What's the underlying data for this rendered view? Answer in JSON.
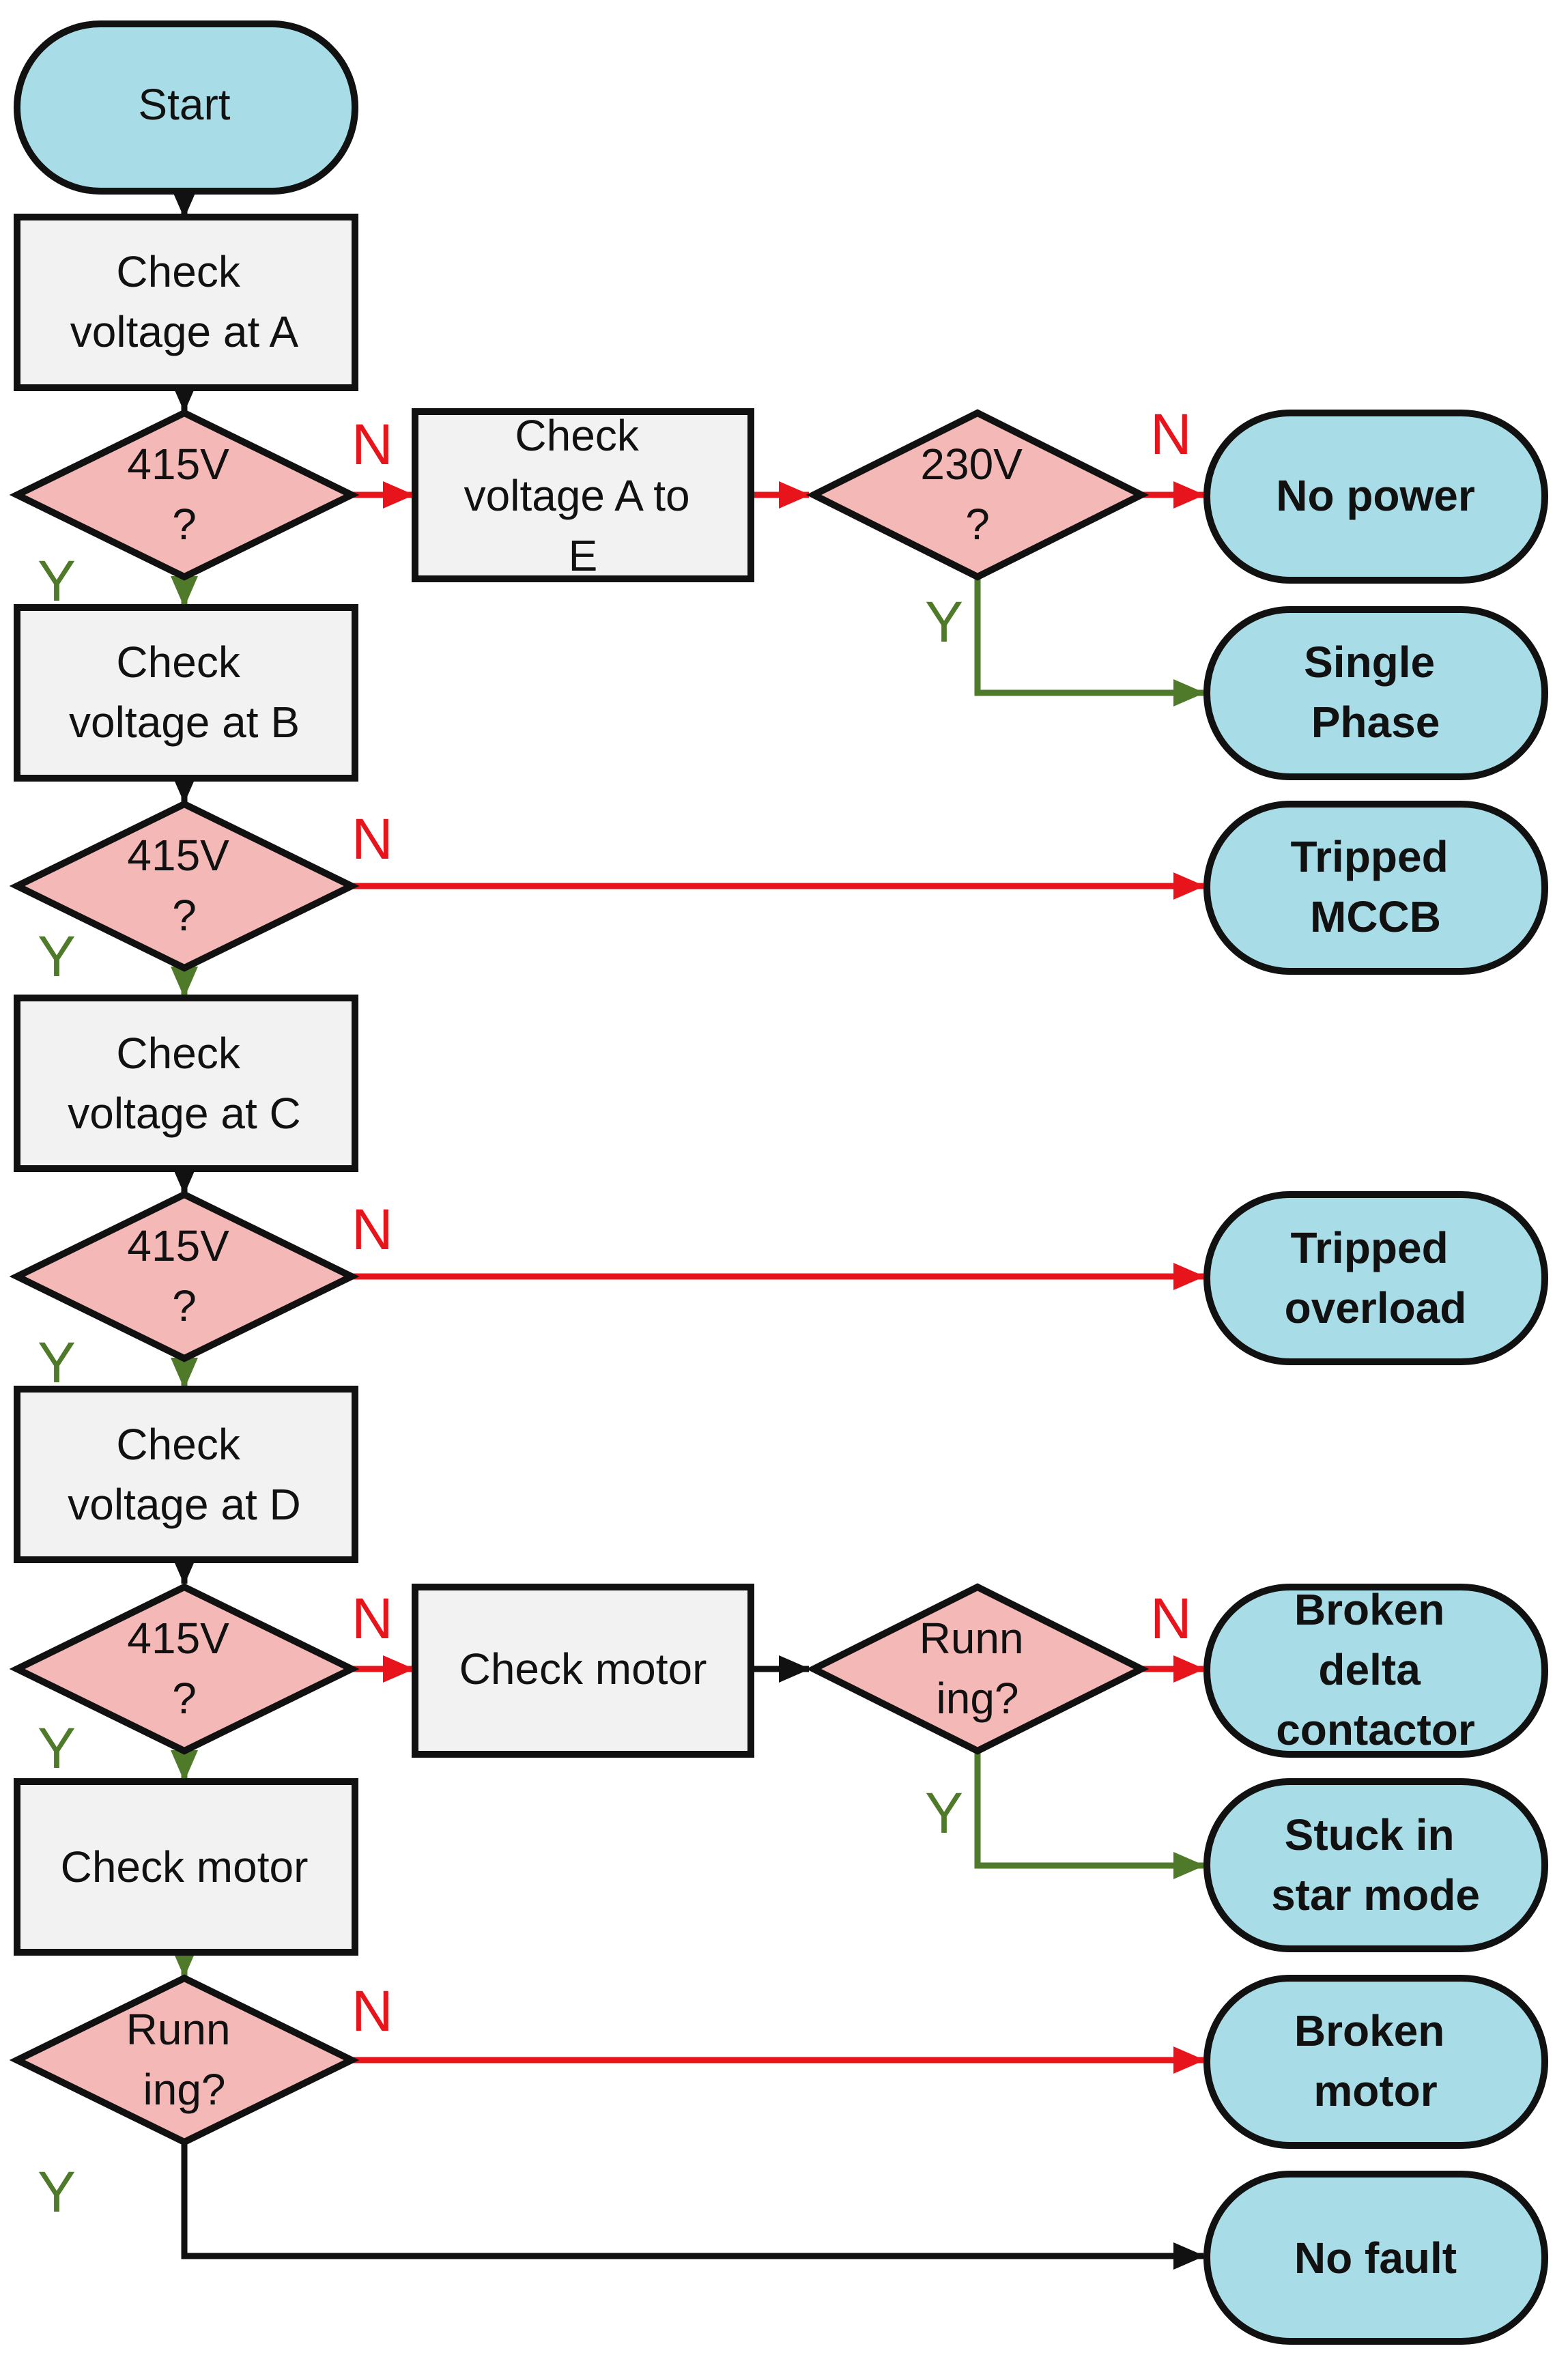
{
  "nodes": {
    "start": [
      "Start"
    ],
    "check_a": [
      "Check",
      "voltage at A"
    ],
    "q_a": [
      "415V",
      "?"
    ],
    "check_ae": [
      "Check",
      "voltage A to",
      "E"
    ],
    "q_ae": [
      "230V",
      "?"
    ],
    "no_power": [
      "No power"
    ],
    "single_phase": [
      "Single",
      "Phase"
    ],
    "check_b": [
      "Check",
      "voltage at B"
    ],
    "q_b": [
      "415V",
      "?"
    ],
    "tripped_mccb": [
      "Tripped",
      "MCCB"
    ],
    "check_c": [
      "Check",
      "voltage at C"
    ],
    "q_c": [
      "415V",
      "?"
    ],
    "tripped_overload": [
      "Tripped",
      "overload"
    ],
    "check_d": [
      "Check",
      "voltage at D"
    ],
    "q_d": [
      "415V",
      "?"
    ],
    "check_motor_right": [
      "Check motor"
    ],
    "q_running_right": [
      "Runn",
      "ing?"
    ],
    "broken_delta": [
      "Broken",
      "delta",
      "contactor"
    ],
    "stuck_star": [
      "Stuck in",
      "star mode"
    ],
    "check_motor_left": [
      "Check motor"
    ],
    "q_running_left": [
      "Runn",
      "ing?"
    ],
    "broken_motor": [
      "Broken",
      "motor"
    ],
    "no_fault": [
      "No fault"
    ]
  },
  "labels": {
    "yes": "Y",
    "no": "N"
  },
  "colors": {
    "terminal": "#a8dde8",
    "process": "#f2f2f2",
    "decision": "#f4b8b6",
    "stroke": "#111111",
    "no_path": "#e8141b",
    "yes_path": "#4e7a2a"
  }
}
